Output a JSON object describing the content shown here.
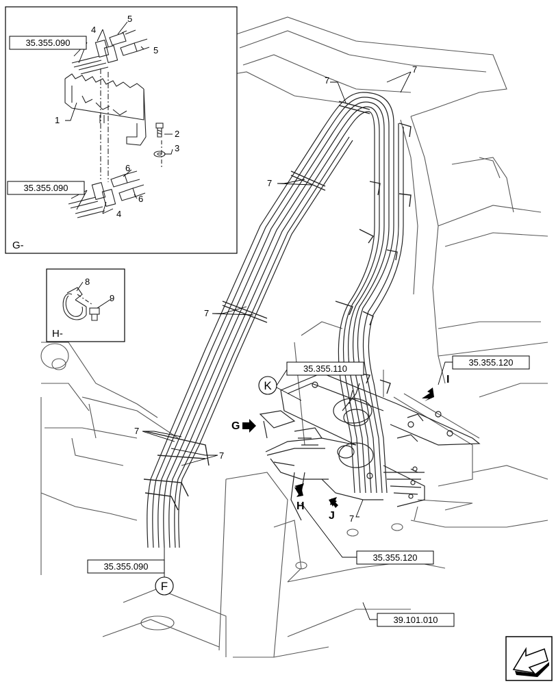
{
  "views": {
    "g_label": "G-",
    "h_label": "H-"
  },
  "callouts": {
    "one": "1",
    "two": "2",
    "three": "3",
    "four": "4",
    "five": "5",
    "six": "6",
    "seven": "7",
    "eight": "8",
    "nine": "9"
  },
  "refs": {
    "r_g_top": "35.355.090",
    "r_g_bottom": "35.355.090",
    "r_k": "35.355.110",
    "r_i": "35.355.120",
    "r_j": "35.355.120",
    "r_f": "35.355.090",
    "r_base": "39.101.010"
  },
  "circles": {
    "k": "K",
    "f": "F"
  },
  "view_arrows": {
    "g": "G",
    "h": "H",
    "i": "I",
    "j": "J"
  }
}
